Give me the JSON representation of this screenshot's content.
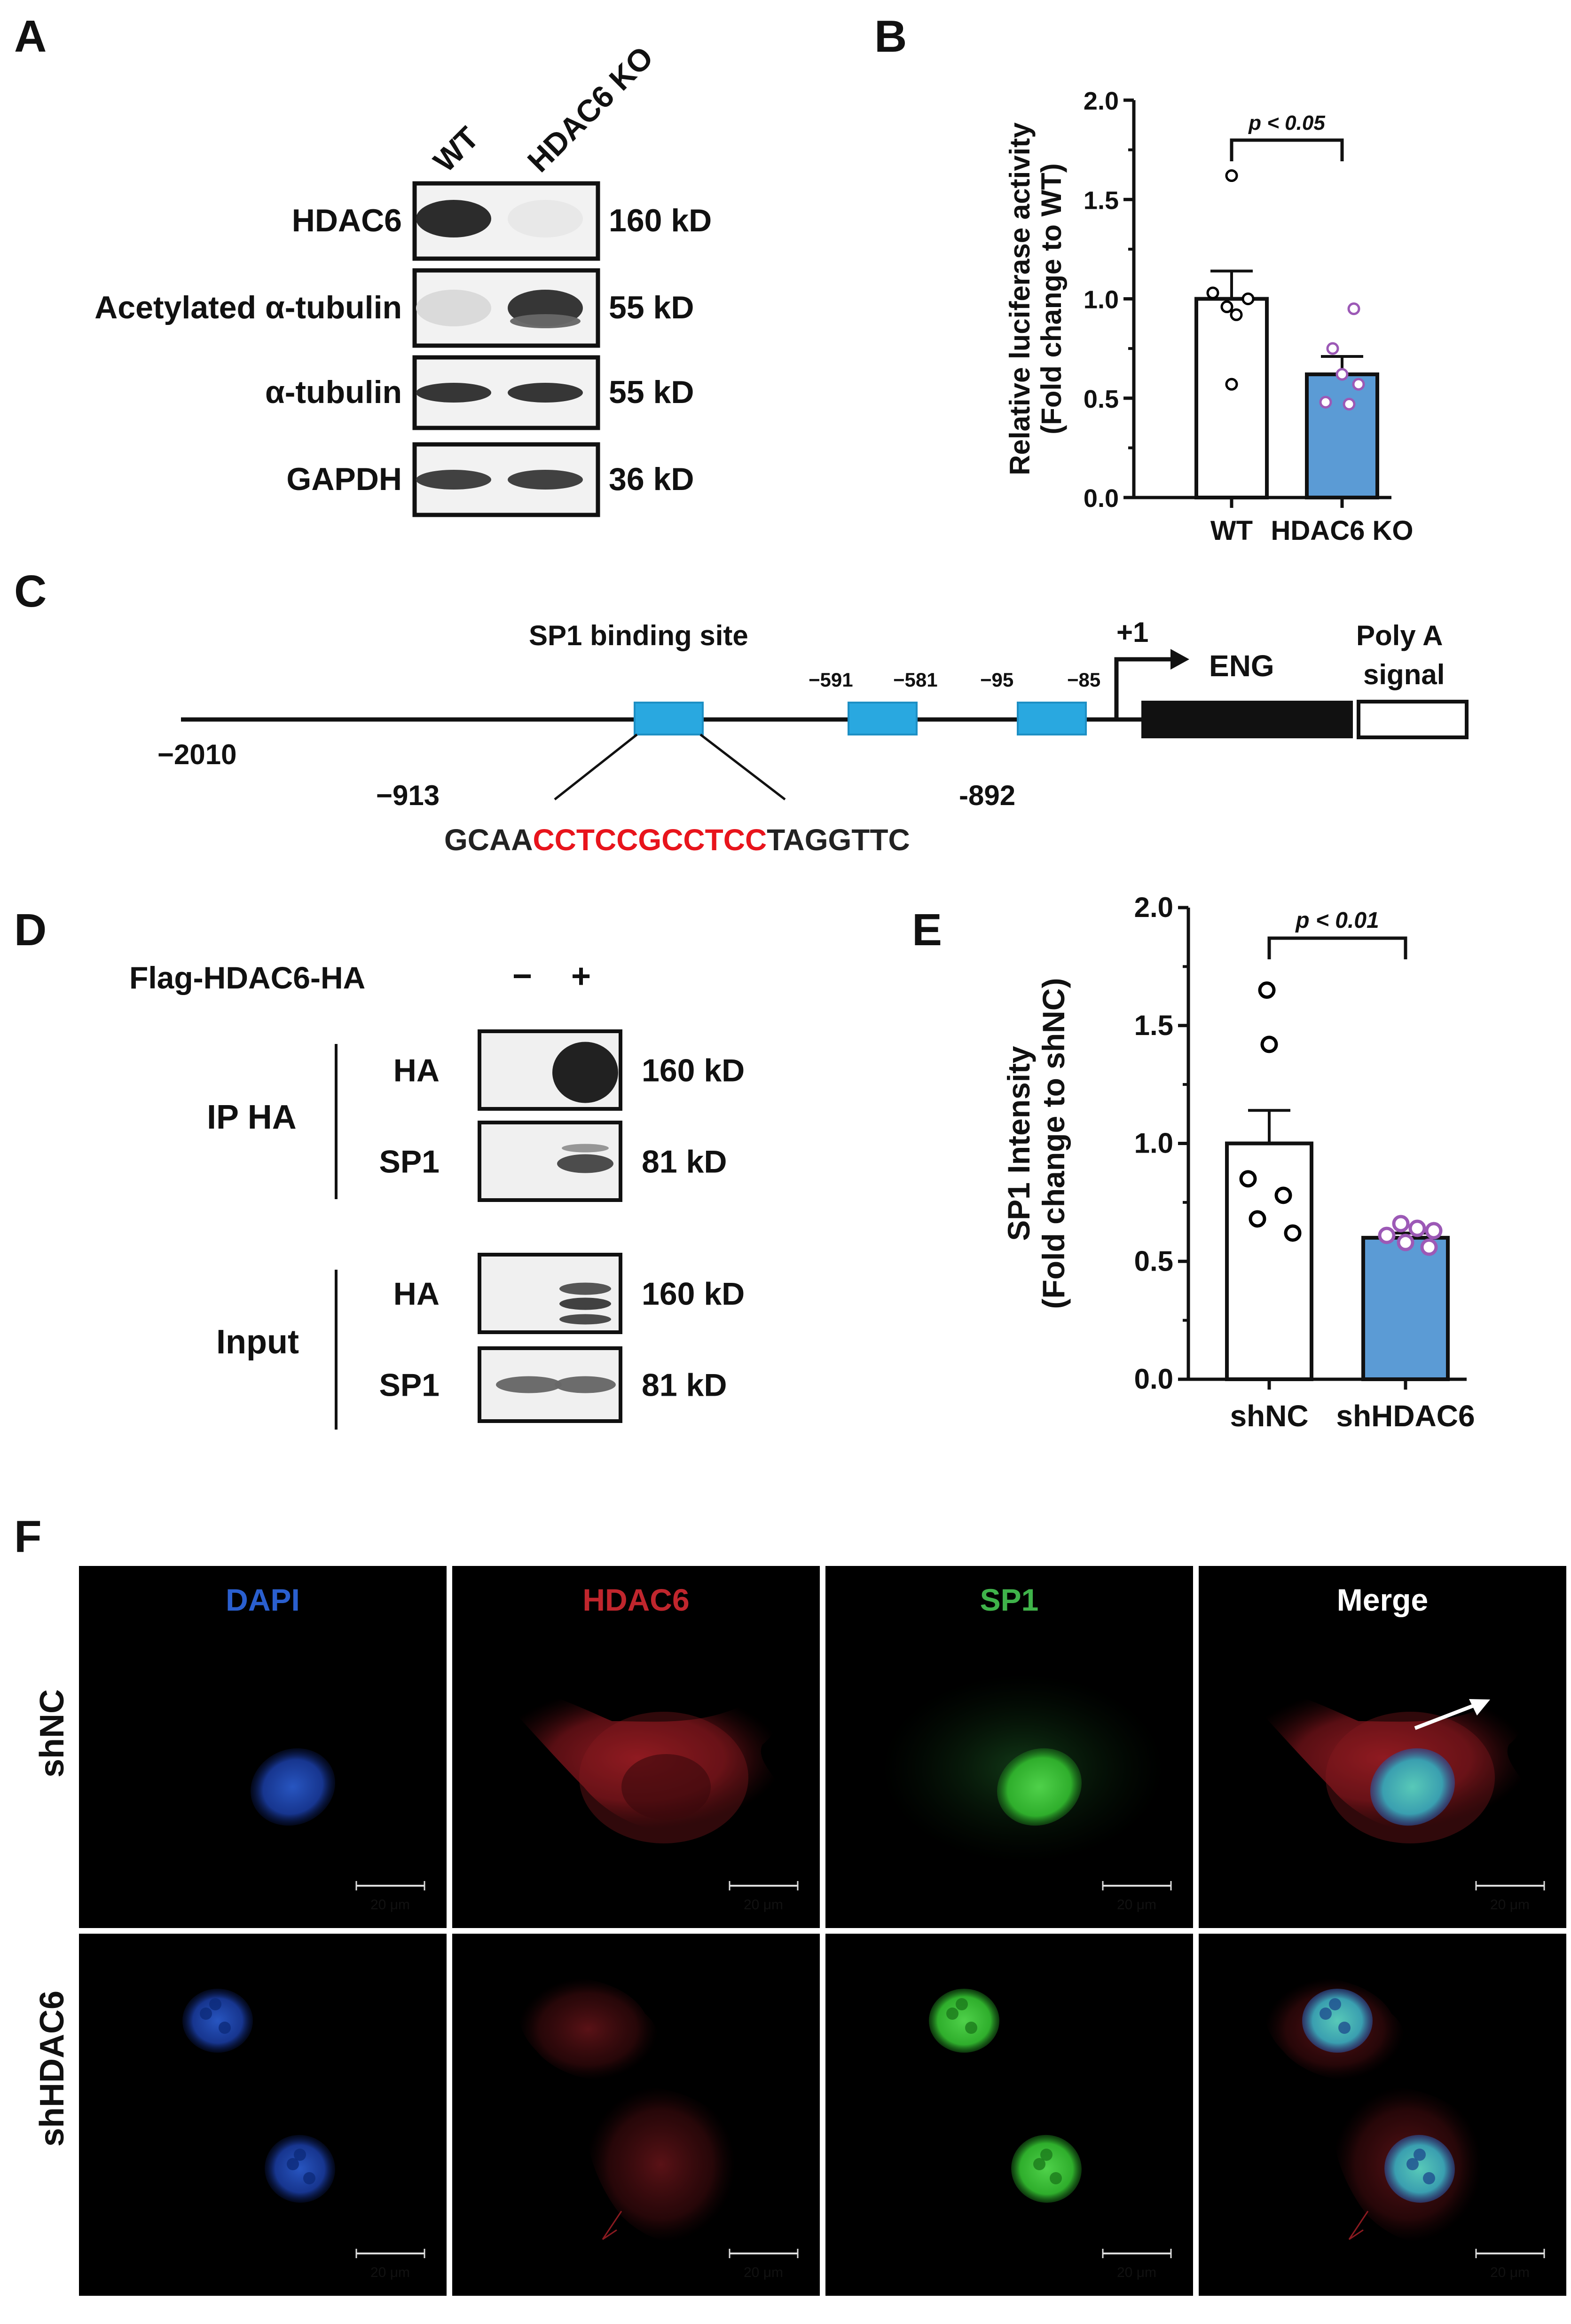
{
  "panel_letters": [
    "A",
    "B",
    "C",
    "D",
    "E",
    "F"
  ],
  "panel_a": {
    "lanes": [
      "WT",
      "HDAC6 KO"
    ],
    "rows": [
      {
        "label": "HDAC6",
        "size": "160 kD",
        "intensity": [
          0.9,
          0.02
        ]
      },
      {
        "label": "Acetylated α-tubulin",
        "size": "55 kD",
        "intensity": [
          0.08,
          0.85
        ]
      },
      {
        "label": "α-tubulin",
        "size": "55 kD",
        "intensity": [
          0.85,
          0.85
        ]
      },
      {
        "label": "GAPDH",
        "size": "36 kD",
        "intensity": [
          0.8,
          0.8
        ]
      }
    ]
  },
  "panel_b": {
    "chart_data": {
      "type": "bar",
      "categories": [
        "WT",
        "HDAC6 KO"
      ],
      "values": [
        1.0,
        0.62
      ],
      "sem": [
        0.14,
        0.09
      ],
      "points": [
        [
          1.62,
          1.03,
          1.0,
          0.96,
          0.92,
          0.57
        ],
        [
          0.95,
          0.75,
          0.62,
          0.57,
          0.48,
          0.47
        ]
      ],
      "bar_colors": [
        "#ffffff",
        "#5b9bd5"
      ],
      "point_colors": [
        "#000000",
        "#9c59b6"
      ],
      "ylabel": [
        "Relative luciferase activity",
        "(Fold change to WT)"
      ],
      "ylim": [
        0,
        2.0
      ],
      "yticks": [
        "0.0",
        "0.5",
        "1.0",
        "1.5",
        "2.0"
      ],
      "significance": "p < 0.05"
    }
  },
  "panel_c": {
    "sp1_label": "SP1 binding site",
    "start": "−2010",
    "site_pos": [
      "−591",
      "−581",
      "−95",
      "−85"
    ],
    "tss": "+1",
    "gene": "ENG",
    "polya": [
      "Poly A",
      "signal"
    ],
    "seq_start": "−913",
    "seq_end": "-892",
    "seq_pre": "GCAA",
    "seq_core": "CCTCCGCCTCC",
    "seq_post": "TAGGTTC",
    "site_color": "#29a8e0",
    "core_color": "#e8141c"
  },
  "panel_d": {
    "treatment": "Flag-HDAC6-HA",
    "lanes": [
      "−",
      "+"
    ],
    "groups": [
      {
        "name": "IP HA",
        "rows": [
          {
            "label": "HA",
            "size": "160 kD",
            "intensity": [
              0.03,
              0.95
            ]
          },
          {
            "label": "SP1",
            "size": "81 kD",
            "intensity": [
              0.05,
              0.75
            ]
          }
        ]
      },
      {
        "name": "Input",
        "rows": [
          {
            "label": "HA",
            "size": "160 kD",
            "intensity": [
              0.05,
              0.8
            ]
          },
          {
            "label": "SP1",
            "size": "81 kD",
            "intensity": [
              0.6,
              0.6
            ]
          }
        ]
      }
    ]
  },
  "panel_e": {
    "chart_data": {
      "type": "bar",
      "categories": [
        "shNC",
        "shHDAC6"
      ],
      "values": [
        1.0,
        0.6
      ],
      "sem": [
        0.14,
        0.02
      ],
      "points": [
        [
          1.65,
          1.42,
          0.85,
          0.78,
          0.68,
          0.62
        ],
        [
          0.66,
          0.64,
          0.63,
          0.61,
          0.58,
          0.56
        ]
      ],
      "bar_colors": [
        "#ffffff",
        "#5b9bd5"
      ],
      "point_colors": [
        "#000000",
        "#9c59b6"
      ],
      "ylabel": [
        "SP1 Intensity",
        "(Fold change to shNC)"
      ],
      "ylim": [
        0,
        2.0
      ],
      "yticks": [
        "0.0",
        "0.5",
        "1.0",
        "1.5",
        "2.0"
      ],
      "significance": "p < 0.01"
    }
  },
  "panel_f": {
    "channels": [
      "DAPI",
      "HDAC6",
      "SP1",
      "Merge"
    ],
    "channel_colors": [
      "#2a5fcf",
      "#c0262d",
      "#3fb34a",
      "#ffffff"
    ],
    "rows": [
      "shNC",
      "shHDAC6"
    ],
    "scale_bar": "20 μm"
  }
}
